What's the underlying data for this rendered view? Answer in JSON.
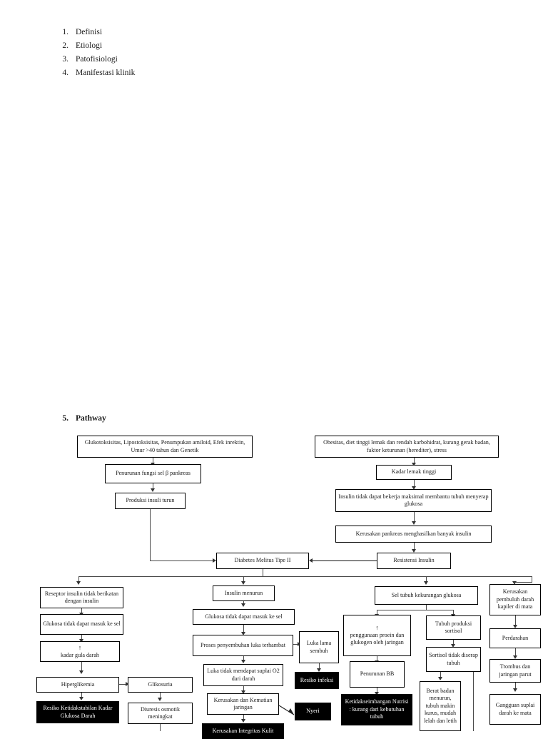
{
  "outline": {
    "items": [
      {
        "num": "1.",
        "label": "Definisi"
      },
      {
        "num": "2.",
        "label": "Etiologi"
      },
      {
        "num": "3.",
        "label": "Patofisiologi"
      },
      {
        "num": "4.",
        "label": "Manifestasi klinik"
      }
    ]
  },
  "section": {
    "num": "5.",
    "title": "Pathway"
  },
  "chart_data": {
    "type": "diagram",
    "title": "Pathway Diabetes Melitus Tipe II",
    "nodes": [
      {
        "id": "n1",
        "label": "Glukotoksisitas, Lipostoksisitas, Penumpukan amiloid, Efek inrektin, Umur >40 tahun dan Genetik",
        "style": "light"
      },
      {
        "id": "n2",
        "label": "Penurunan fungsi sel β pankreas",
        "style": "light"
      },
      {
        "id": "n3",
        "label": "Produksi insuli turun",
        "style": "light"
      },
      {
        "id": "n4",
        "label": "Obesitas, diet tinggi lemak dan rendah karbohidrat, kurang gerak badan, faktor keturunan (herediter), stress",
        "style": "light"
      },
      {
        "id": "n5",
        "label": "Kadar lemak tinggi",
        "style": "light"
      },
      {
        "id": "n6",
        "label": "Insulin tidak dapat bekerja maksimal membantu tubuh menyerap glukosa",
        "style": "light"
      },
      {
        "id": "n7",
        "label": "Kerusakan pankreas menghasilkan banyak insulin",
        "style": "light"
      },
      {
        "id": "n8",
        "label": "Resistensi Insulin",
        "style": "light"
      },
      {
        "id": "n9",
        "label": "Diabetes Melitus Tipe II",
        "style": "light"
      },
      {
        "id": "n10",
        "label": "Reseptor insulin tidak berikatan dengan insulin",
        "style": "light"
      },
      {
        "id": "n11",
        "label": "Glukosa tidak dapat masuk ke sel",
        "style": "light"
      },
      {
        "id": "n12",
        "label": "kadar gula darah",
        "prefix": "↑",
        "style": "light"
      },
      {
        "id": "n13",
        "label": "Hiperglikemia",
        "style": "light"
      },
      {
        "id": "n14",
        "label": "Resiko Ketidakstabilan Kadar Glukosa Darah",
        "style": "dark"
      },
      {
        "id": "n15",
        "label": "Glikosuria",
        "style": "light"
      },
      {
        "id": "n16",
        "label": "Diuresis osmotik meningkat",
        "style": "light"
      },
      {
        "id": "n17",
        "label": "Insulin menurun",
        "style": "light"
      },
      {
        "id": "n18",
        "label": "Glukosa tidak dapat masuk ke sel",
        "style": "light"
      },
      {
        "id": "n19",
        "label": "Proses penyembuhan luka terhambat",
        "style": "light"
      },
      {
        "id": "n20",
        "label": "Luka tidak mendapat suplai O2 dari darah",
        "style": "light"
      },
      {
        "id": "n21",
        "label": "Kerusakan dan Kematian jaringan",
        "style": "light"
      },
      {
        "id": "n22",
        "label": "Kerusakan Integritas Kulit",
        "style": "dark"
      },
      {
        "id": "n23",
        "label": "Luka lama sembuh",
        "style": "light"
      },
      {
        "id": "n24",
        "label": "Resiko infeksi",
        "style": "dark"
      },
      {
        "id": "n25",
        "label": "Nyeri",
        "style": "dark"
      },
      {
        "id": "n26",
        "label": "Sel tubuh kekurangan glukosa",
        "style": "light"
      },
      {
        "id": "n27",
        "label": "penggunaan proein dan glukogen oleh jaringan",
        "prefix": "↑",
        "style": "light"
      },
      {
        "id": "n28",
        "label": "Penurunan BB",
        "style": "light"
      },
      {
        "id": "n29",
        "label": "Ketidakseimbangan Nutrisi : kurang dari kebutuhan tubuh",
        "style": "dark"
      },
      {
        "id": "n30",
        "label": "Tubuh produksi sortisol",
        "style": "light"
      },
      {
        "id": "n31",
        "label": "Sortisol tidak diserap tubuh",
        "style": "light"
      },
      {
        "id": "n32",
        "label": "Berat badan menurun, tubuh makin kurus, mudah lelah dan letih",
        "style": "light"
      },
      {
        "id": "n33",
        "label": "Kerusakan pembuluh darah kapiler di mata",
        "style": "light"
      },
      {
        "id": "n34",
        "label": "Perdarahan",
        "style": "light"
      },
      {
        "id": "n35",
        "label": "Trombus dan jaringan parut",
        "style": "light"
      },
      {
        "id": "n36",
        "label": "Gangguan suplai darah ke mata",
        "style": "light"
      }
    ],
    "edges": [
      {
        "from": "n1",
        "to": "n2"
      },
      {
        "from": "n2",
        "to": "n3"
      },
      {
        "from": "n3",
        "to": "n9"
      },
      {
        "from": "n4",
        "to": "n5"
      },
      {
        "from": "n5",
        "to": "n6"
      },
      {
        "from": "n6",
        "to": "n7"
      },
      {
        "from": "n7",
        "to": "n8"
      },
      {
        "from": "n8",
        "to": "n9"
      },
      {
        "from": "n9",
        "to": "n10"
      },
      {
        "from": "n9",
        "to": "n17"
      },
      {
        "from": "n9",
        "to": "n26"
      },
      {
        "from": "n9",
        "to": "n33"
      },
      {
        "from": "n10",
        "to": "n11"
      },
      {
        "from": "n11",
        "to": "n12"
      },
      {
        "from": "n12",
        "to": "n13"
      },
      {
        "from": "n13",
        "to": "n14"
      },
      {
        "from": "n13",
        "to": "n15"
      },
      {
        "from": "n15",
        "to": "n16"
      },
      {
        "from": "n17",
        "to": "n18"
      },
      {
        "from": "n18",
        "to": "n19"
      },
      {
        "from": "n19",
        "to": "n20"
      },
      {
        "from": "n19",
        "to": "n23"
      },
      {
        "from": "n20",
        "to": "n21"
      },
      {
        "from": "n21",
        "to": "n22"
      },
      {
        "from": "n21",
        "to": "n25"
      },
      {
        "from": "n23",
        "to": "n24"
      },
      {
        "from": "n26",
        "to": "n27"
      },
      {
        "from": "n26",
        "to": "n30"
      },
      {
        "from": "n27",
        "to": "n28"
      },
      {
        "from": "n28",
        "to": "n29"
      },
      {
        "from": "n30",
        "to": "n31"
      },
      {
        "from": "n31",
        "to": "n32"
      },
      {
        "from": "n33",
        "to": "n34"
      },
      {
        "from": "n34",
        "to": "n35"
      },
      {
        "from": "n35",
        "to": "n36"
      }
    ]
  }
}
